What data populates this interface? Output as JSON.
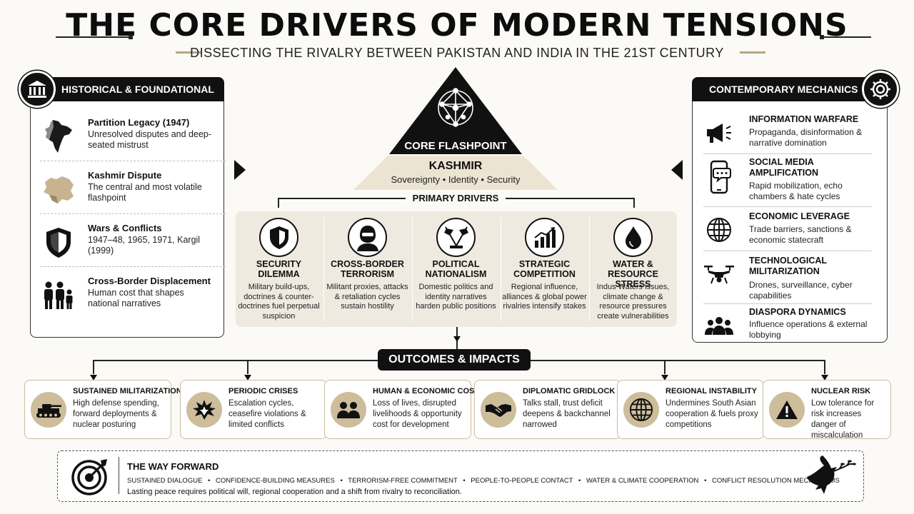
{
  "header": {
    "title": "THE CORE DRIVERS OF MODERN TENSIONS",
    "subtitle": "DISSECTING THE RIVALRY BETWEEN PAKISTAN AND INDIA IN THE 21ST CENTURY"
  },
  "historical": {
    "heading": "HISTORICAL & FOUNDATIONAL CONTEXT",
    "items": [
      {
        "title": "Partition Legacy (1947)",
        "desc": "Unresolved disputes and deep-seated mistrust",
        "icon": "india-map-icon"
      },
      {
        "title": "Kashmir Dispute",
        "desc": "The central and most volatile flashpoint",
        "icon": "kashmir-map-icon"
      },
      {
        "title": "Wars & Conflicts",
        "desc": "1947–48, 1965, 1971, Kargil (1999)",
        "icon": "shield-icon"
      },
      {
        "title": "Cross-Border Displacement",
        "desc": "Human cost that shapes national narratives",
        "icon": "family-icon"
      }
    ]
  },
  "core": {
    "label": "CORE FLASHPOINT",
    "name": "KASHMIR",
    "tags": "Sovereignty • Identity • Security",
    "primary": "PRIMARY DRIVERS"
  },
  "drivers": [
    {
      "title": "SECURITY DILEMMA",
      "desc": "Military build-ups, doctrines & counter-doctrines fuel perpetual suspicion",
      "icon": "shield-icon"
    },
    {
      "title": "CROSS-BORDER TERRORISM",
      "desc": "Militant proxies, attacks & retaliation cycles sustain hostility",
      "icon": "masked-militant-icon"
    },
    {
      "title": "POLITICAL NATIONALISM",
      "desc": "Domestic politics and identity narratives harden public positions",
      "icon": "crossed-flags-icon"
    },
    {
      "title": "STRATEGIC COMPETITION",
      "desc": "Regional influence, alliances & global power rivalries intensify stakes",
      "icon": "rising-chart-icon"
    },
    {
      "title": "WATER & RESOURCE STRESS",
      "desc": "Indus Waters issues, climate change & resource pressures create vulnerabilities",
      "icon": "water-drop-icon"
    }
  ],
  "contemporary": {
    "heading": "CONTEMPORARY MECHANICS",
    "items": [
      {
        "title": "INFORMATION WARFARE",
        "desc": "Propaganda, disinformation & narrative domination",
        "icon": "megaphone-icon"
      },
      {
        "title": "SOCIAL MEDIA AMPLIFICATION",
        "desc": "Rapid mobilization, echo chambers & hate cycles",
        "icon": "smartphone-icon"
      },
      {
        "title": "ECONOMIC LEVERAGE",
        "desc": "Trade barriers, sanctions & economic statecraft",
        "icon": "globe-icon"
      },
      {
        "title": "TECHNOLOGICAL MILITARIZATION",
        "desc": "Drones, surveillance, cyber capabilities",
        "icon": "drone-icon"
      },
      {
        "title": "DIASPORA DYNAMICS",
        "desc": "Influence operations & external lobbying",
        "icon": "people-group-icon"
      }
    ]
  },
  "outcomes": {
    "heading": "OUTCOMES & IMPACTS",
    "items": [
      {
        "title": "SUSTAINED MILITARIZATION",
        "desc": "High defense spending, forward deployments & nuclear posturing",
        "icon": "tank-icon"
      },
      {
        "title": "PERIODIC CRISES",
        "desc": "Escalation cycles, ceasefire violations & limited conflicts",
        "icon": "explosion-icon"
      },
      {
        "title": "HUMAN & ECONOMIC COST",
        "desc": "Loss of lives, disrupted livelihoods & opportunity cost for development",
        "icon": "people-icon"
      },
      {
        "title": "DIPLOMATIC GRIDLOCK",
        "desc": "Talks stall, trust deficit deepens & backchannel narrowed",
        "icon": "handshake-icon"
      },
      {
        "title": "REGIONAL INSTABILITY",
        "desc": "Undermines South Asian cooperation & fuels proxy competitions",
        "icon": "globe-icon"
      },
      {
        "title": "NUCLEAR RISK",
        "desc": "Low tolerance for risk increases danger of miscalculation",
        "icon": "warning-icon"
      }
    ]
  },
  "way_forward": {
    "heading": "THE WAY FORWARD",
    "points": [
      "SUSTAINED DIALOGUE",
      "CONFIDENCE-BUILDING MEASURES",
      "TERRORISM-FREE COMMITMENT",
      "PEOPLE-TO-PEOPLE CONTACT",
      "WATER & CLIMATE COOPERATION",
      "CONFLICT RESOLUTION MECHANISMS"
    ],
    "separator": "•",
    "closing": "Lasting peace requires political will, regional cooperation and a shift from rivalry to reconciliation.",
    "icons": [
      "target-icon",
      "dove-icon"
    ]
  },
  "colors": {
    "dark": "#111111",
    "gold": "#b8a683",
    "beige": "#efeae0",
    "tan": "#cdbd9b",
    "background": "#fbfaf7"
  }
}
